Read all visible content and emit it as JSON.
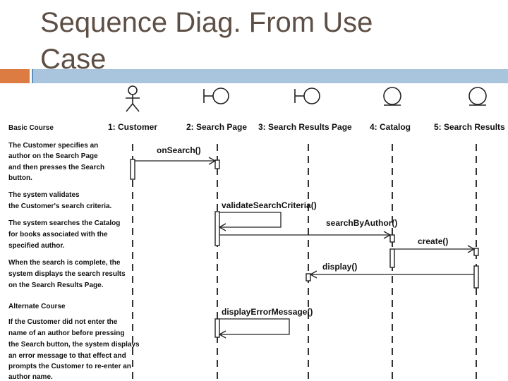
{
  "slide": {
    "title_line1": "Sequence Diag. From Use",
    "title_line2": "Case"
  },
  "diagram": {
    "objects": [
      {
        "label": "1: Customer",
        "icon": "actor-icon"
      },
      {
        "label": "2: Search Page",
        "icon": "boundary-icon"
      },
      {
        "label": "3: Search Results Page",
        "icon": "boundary-icon"
      },
      {
        "label": "4: Catalog",
        "icon": "entity-icon"
      },
      {
        "label": "5: Search Results",
        "icon": "entity-icon"
      }
    ],
    "messages": [
      {
        "label": "onSearch()"
      },
      {
        "label": "validateSearchCriteria()"
      },
      {
        "label": "searchByAuthor()"
      },
      {
        "label": "create()"
      },
      {
        "label": "display()"
      },
      {
        "label": "displayErrorMessage()"
      }
    ],
    "description": {
      "basic_heading": "Basic Course",
      "step1": [
        "The Customer specifies an",
        "author on the Search Page",
        "and then presses the Search",
        "button."
      ],
      "step2": [
        "The system validates",
        "the Customer's search criteria."
      ],
      "step3": [
        "The system searches the Catalog",
        "for books associated with the",
        "specified author."
      ],
      "step4": [
        "When the search is complete, the",
        "system displays the search results",
        "on the Search Results Page."
      ],
      "alt_heading": "Alternate Course",
      "alt1": [
        "If the Customer did not enter the",
        "name of an author before pressing",
        "the Search button, the system displays",
        "an error message to that effect and",
        "prompts the Customer to re-enter an",
        "author name."
      ]
    },
    "colors": {
      "title_text": "#5d4f45",
      "accent_orange": "#dc7b42",
      "accent_blue": "#a9c4dd"
    }
  }
}
